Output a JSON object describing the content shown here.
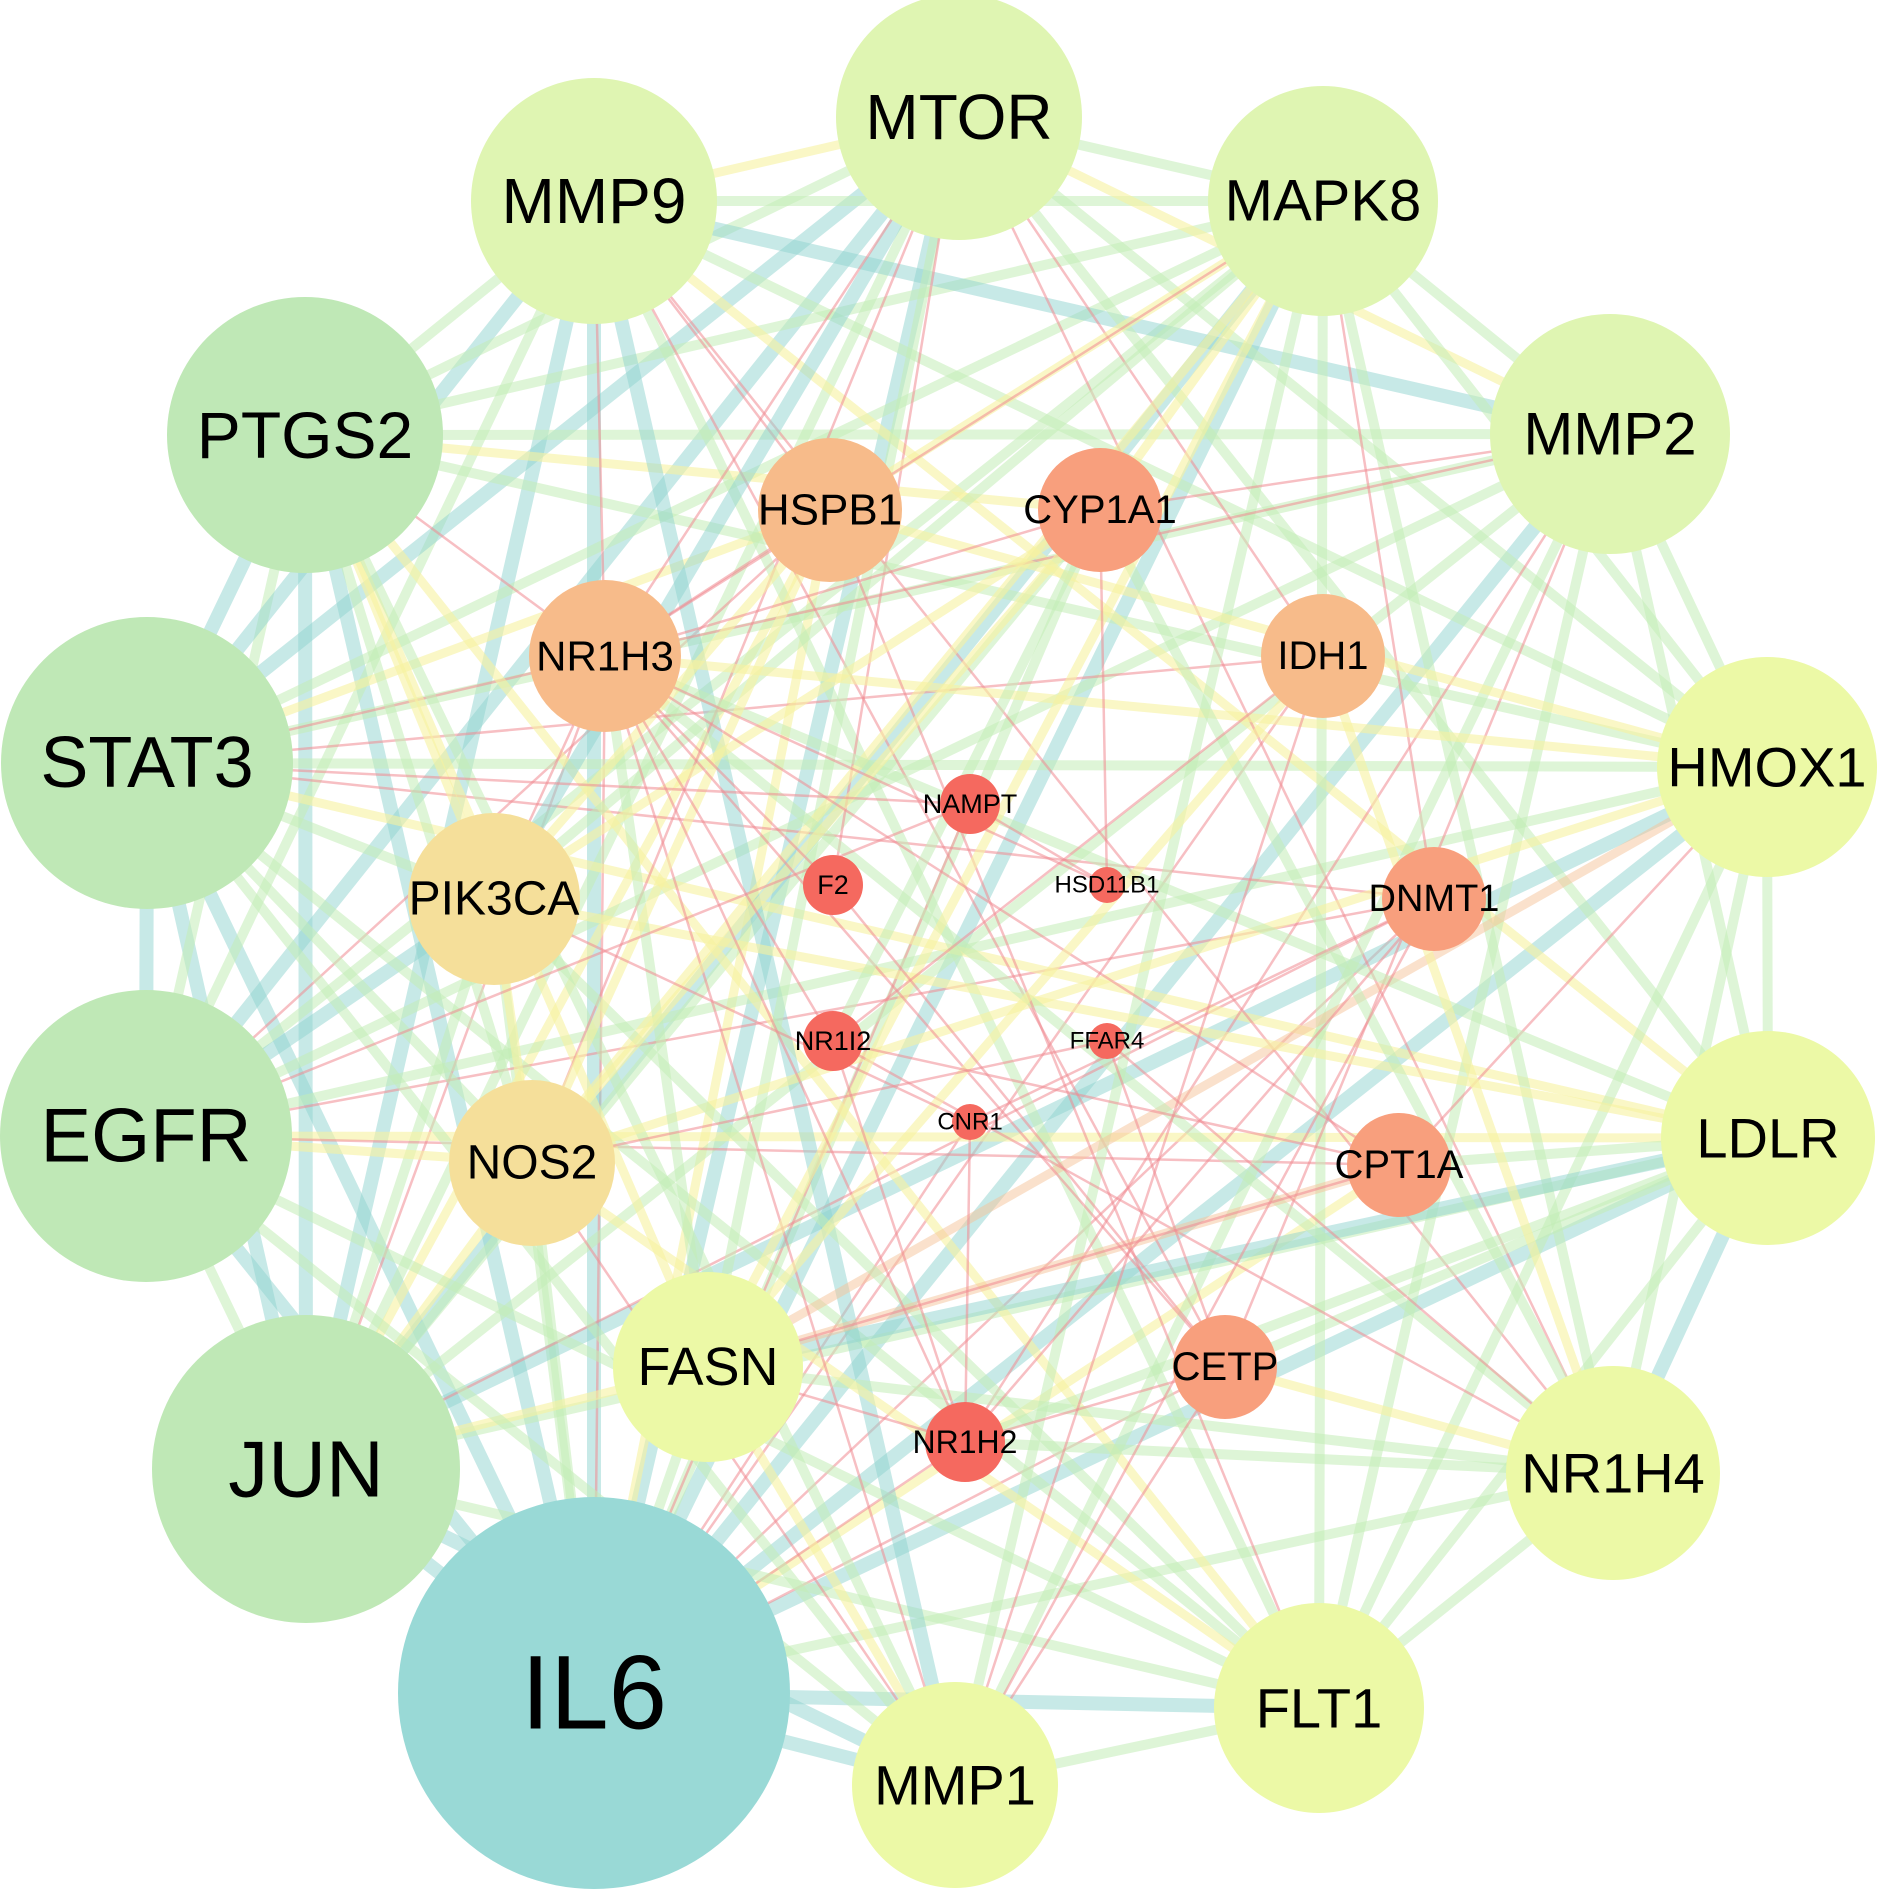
{
  "palette": {
    "hub": "#99d9d6",
    "high": "#bfe8b6",
    "mid_high": "#dff5b2",
    "mid": "#ecf9a6",
    "mid_low": "#f5df9a",
    "low": "#f7bb8a",
    "lower": "#f89f7d",
    "lowest": "#f5695f",
    "edge_strong": "#8fd3cf",
    "edge_mid": "#c2ecb6",
    "edge_weak": "#f6f2a0",
    "edge_faint": "#f5c39a",
    "edge_thin": "#f08a92"
  },
  "nodes": [
    {
      "id": "IL6",
      "label": "IL6",
      "tier": "hub"
    },
    {
      "id": "JUN",
      "label": "JUN",
      "tier": "high"
    },
    {
      "id": "EGFR",
      "label": "EGFR",
      "tier": "high"
    },
    {
      "id": "STAT3",
      "label": "STAT3",
      "tier": "high"
    },
    {
      "id": "PTGS2",
      "label": "PTGS2",
      "tier": "high"
    },
    {
      "id": "MMP9",
      "label": "MMP9",
      "tier": "mid_high"
    },
    {
      "id": "MTOR",
      "label": "MTOR",
      "tier": "mid_high"
    },
    {
      "id": "MAPK8",
      "label": "MAPK8",
      "tier": "mid_high"
    },
    {
      "id": "MMP2",
      "label": "MMP2",
      "tier": "mid_high"
    },
    {
      "id": "HMOX1",
      "label": "HMOX1",
      "tier": "mid"
    },
    {
      "id": "LDLR",
      "label": "LDLR",
      "tier": "mid"
    },
    {
      "id": "NR1H4",
      "label": "NR1H4",
      "tier": "mid"
    },
    {
      "id": "FLT1",
      "label": "FLT1",
      "tier": "mid"
    },
    {
      "id": "MMP1",
      "label": "MMP1",
      "tier": "mid"
    },
    {
      "id": "FASN",
      "label": "FASN",
      "tier": "mid"
    },
    {
      "id": "NOS2",
      "label": "NOS2",
      "tier": "mid_low"
    },
    {
      "id": "PIK3CA",
      "label": "PIK3CA",
      "tier": "mid_low"
    },
    {
      "id": "NR1H3",
      "label": "NR1H3",
      "tier": "low"
    },
    {
      "id": "HSPB1",
      "label": "HSPB1",
      "tier": "low"
    },
    {
      "id": "CYP1A1",
      "label": "CYP1A1",
      "tier": "lower"
    },
    {
      "id": "IDH1",
      "label": "IDH1",
      "tier": "low"
    },
    {
      "id": "DNMT1",
      "label": "DNMT1",
      "tier": "lower"
    },
    {
      "id": "CPT1A",
      "label": "CPT1A",
      "tier": "lower"
    },
    {
      "id": "CETP",
      "label": "CETP",
      "tier": "lower"
    },
    {
      "id": "NR1H2",
      "label": "NR1H2",
      "tier": "lowest"
    },
    {
      "id": "NAMPT",
      "label": "NAMPT",
      "tier": "lowest"
    },
    {
      "id": "F2",
      "label": "F2",
      "tier": "lowest"
    },
    {
      "id": "HSD11B1",
      "label": "HSD11B1",
      "tier": "lowest"
    },
    {
      "id": "NR1I2",
      "label": "NR1I2",
      "tier": "lowest"
    },
    {
      "id": "FFAR4",
      "label": "FFAR4",
      "tier": "lowest"
    },
    {
      "id": "CNR1",
      "label": "CNR1",
      "tier": "lowest"
    }
  ],
  "edges": [
    [
      "IL6",
      "JUN",
      "strong"
    ],
    [
      "IL6",
      "EGFR",
      "strong"
    ],
    [
      "IL6",
      "STAT3",
      "strong"
    ],
    [
      "IL6",
      "PTGS2",
      "strong"
    ],
    [
      "IL6",
      "MMP9",
      "strong"
    ],
    [
      "IL6",
      "MTOR",
      "strong"
    ],
    [
      "IL6",
      "MAPK8",
      "strong"
    ],
    [
      "IL6",
      "MMP2",
      "strong"
    ],
    [
      "IL6",
      "HMOX1",
      "strong"
    ],
    [
      "IL6",
      "LDLR",
      "strong"
    ],
    [
      "IL6",
      "NR1H4",
      "mid"
    ],
    [
      "IL6",
      "FLT1",
      "strong"
    ],
    [
      "IL6",
      "MMP1",
      "strong"
    ],
    [
      "IL6",
      "FASN",
      "mid"
    ],
    [
      "IL6",
      "NOS2",
      "mid"
    ],
    [
      "IL6",
      "PIK3CA",
      "mid"
    ],
    [
      "IL6",
      "NR1H3",
      "thin"
    ],
    [
      "IL6",
      "HSPB1",
      "weak"
    ],
    [
      "IL6",
      "CYP1A1",
      "mid"
    ],
    [
      "IL6",
      "IDH1",
      "thin"
    ],
    [
      "IL6",
      "DNMT1",
      "thin"
    ],
    [
      "IL6",
      "CPT1A",
      "weak"
    ],
    [
      "IL6",
      "CETP",
      "thin"
    ],
    [
      "IL6",
      "NR1H2",
      "thin"
    ],
    [
      "IL6",
      "CNR1",
      "thin"
    ],
    [
      "IL6",
      "NAMPT",
      "thin"
    ],
    [
      "JUN",
      "EGFR",
      "mid"
    ],
    [
      "JUN",
      "STAT3",
      "strong"
    ],
    [
      "JUN",
      "PTGS2",
      "strong"
    ],
    [
      "JUN",
      "MMP9",
      "strong"
    ],
    [
      "JUN",
      "MTOR",
      "mid"
    ],
    [
      "JUN",
      "MAPK8",
      "strong"
    ],
    [
      "JUN",
      "MMP2",
      "mid"
    ],
    [
      "JUN",
      "HMOX1",
      "strong"
    ],
    [
      "JUN",
      "LDLR",
      "mid"
    ],
    [
      "JUN",
      "FLT1",
      "mid"
    ],
    [
      "JUN",
      "MMP1",
      "strong"
    ],
    [
      "JUN",
      "NOS2",
      "weak"
    ],
    [
      "JUN",
      "PIK3CA",
      "mid"
    ],
    [
      "JUN",
      "NR1H3",
      "thin"
    ],
    [
      "JUN",
      "HSPB1",
      "weak"
    ],
    [
      "JUN",
      "CYP1A1",
      "mid"
    ],
    [
      "JUN",
      "DNMT1",
      "thin"
    ],
    [
      "JUN",
      "FASN",
      "weak"
    ],
    [
      "EGFR",
      "STAT3",
      "strong"
    ],
    [
      "EGFR",
      "PTGS2",
      "mid"
    ],
    [
      "EGFR",
      "MMP9",
      "mid"
    ],
    [
      "EGFR",
      "MTOR",
      "strong"
    ],
    [
      "EGFR",
      "MAPK8",
      "mid"
    ],
    [
      "EGFR",
      "MMP2",
      "mid"
    ],
    [
      "EGFR",
      "HMOX1",
      "mid"
    ],
    [
      "EGFR",
      "LDLR",
      "weak"
    ],
    [
      "EGFR",
      "FLT1",
      "mid"
    ],
    [
      "EGFR",
      "MMP1",
      "mid"
    ],
    [
      "EGFR",
      "PIK3CA",
      "strong"
    ],
    [
      "EGFR",
      "NOS2",
      "weak"
    ],
    [
      "EGFR",
      "HSPB1",
      "thin"
    ],
    [
      "EGFR",
      "DNMT1",
      "thin"
    ],
    [
      "EGFR",
      "CPT1A",
      "thin"
    ],
    [
      "STAT3",
      "PTGS2",
      "strong"
    ],
    [
      "STAT3",
      "MMP9",
      "strong"
    ],
    [
      "STAT3",
      "MTOR",
      "strong"
    ],
    [
      "STAT3",
      "MAPK8",
      "mid"
    ],
    [
      "STAT3",
      "MMP2",
      "mid"
    ],
    [
      "STAT3",
      "HMOX1",
      "mid"
    ],
    [
      "STAT3",
      "LDLR",
      "weak"
    ],
    [
      "STAT3",
      "FLT1",
      "mid"
    ],
    [
      "STAT3",
      "MMP1",
      "mid"
    ],
    [
      "STAT3",
      "NOS2",
      "mid"
    ],
    [
      "STAT3",
      "PIK3CA",
      "mid"
    ],
    [
      "STAT3",
      "NR1H3",
      "thin"
    ],
    [
      "STAT3",
      "HSPB1",
      "weak"
    ],
    [
      "STAT3",
      "DNMT1",
      "thin"
    ],
    [
      "STAT3",
      "IDH1",
      "thin"
    ],
    [
      "PTGS2",
      "MMP9",
      "mid"
    ],
    [
      "PTGS2",
      "MTOR",
      "mid"
    ],
    [
      "PTGS2",
      "MAPK8",
      "mid"
    ],
    [
      "PTGS2",
      "MMP2",
      "mid"
    ],
    [
      "PTGS2",
      "HMOX1",
      "mid"
    ],
    [
      "PTGS2",
      "NOS2",
      "mid"
    ],
    [
      "PTGS2",
      "PIK3CA",
      "weak"
    ],
    [
      "PTGS2",
      "NR1H3",
      "thin"
    ],
    [
      "PTGS2",
      "CYP1A1",
      "weak"
    ],
    [
      "PTGS2",
      "FASN",
      "weak"
    ],
    [
      "PTGS2",
      "MMP1",
      "mid"
    ],
    [
      "PTGS2",
      "FLT1",
      "weak"
    ],
    [
      "MMP9",
      "MTOR",
      "weak"
    ],
    [
      "MMP9",
      "MAPK8",
      "mid"
    ],
    [
      "MMP9",
      "MMP2",
      "strong"
    ],
    [
      "MMP9",
      "HMOX1",
      "mid"
    ],
    [
      "MMP9",
      "LDLR",
      "weak"
    ],
    [
      "MMP9",
      "MMP1",
      "strong"
    ],
    [
      "MMP9",
      "FLT1",
      "mid"
    ],
    [
      "MMP9",
      "NR1H3",
      "thin"
    ],
    [
      "MMP9",
      "HSPB1",
      "thin"
    ],
    [
      "MMP9",
      "NR1H4",
      "thin"
    ],
    [
      "MMP9",
      "CETP",
      "thin"
    ],
    [
      "MTOR",
      "MAPK8",
      "mid"
    ],
    [
      "MTOR",
      "MMP2",
      "weak"
    ],
    [
      "MTOR",
      "HMOX1",
      "mid"
    ],
    [
      "MTOR",
      "LDLR",
      "mid"
    ],
    [
      "MTOR",
      "PIK3CA",
      "strong"
    ],
    [
      "MTOR",
      "FASN",
      "mid"
    ],
    [
      "MTOR",
      "NR1H3",
      "thin"
    ],
    [
      "MTOR",
      "NOS2",
      "thin"
    ],
    [
      "MTOR",
      "NR1H4",
      "thin"
    ],
    [
      "MTOR",
      "IDH1",
      "thin"
    ],
    [
      "MTOR",
      "F2",
      "thin"
    ],
    [
      "MAPK8",
      "MMP2",
      "mid"
    ],
    [
      "MAPK8",
      "HMOX1",
      "mid"
    ],
    [
      "MAPK8",
      "NR1H4",
      "mid"
    ],
    [
      "MAPK8",
      "FLT1",
      "mid"
    ],
    [
      "MAPK8",
      "MMP1",
      "mid"
    ],
    [
      "MAPK8",
      "PIK3CA",
      "mid"
    ],
    [
      "MAPK8",
      "NOS2",
      "weak"
    ],
    [
      "MAPK8",
      "HSPB1",
      "weak"
    ],
    [
      "MAPK8",
      "CYP1A1",
      "weak"
    ],
    [
      "MAPK8",
      "DNMT1",
      "thin"
    ],
    [
      "MAPK8",
      "NR1H3",
      "thin"
    ],
    [
      "MMP2",
      "HMOX1",
      "mid"
    ],
    [
      "MMP2",
      "LDLR",
      "mid"
    ],
    [
      "MMP2",
      "FLT1",
      "mid"
    ],
    [
      "MMP2",
      "MMP1",
      "mid"
    ],
    [
      "MMP2",
      "NR1H3",
      "thin"
    ],
    [
      "MMP2",
      "CETP",
      "thin"
    ],
    [
      "MMP2",
      "NR1H2",
      "thin"
    ],
    [
      "HMOX1",
      "LDLR",
      "mid"
    ],
    [
      "HMOX1",
      "NR1H4",
      "mid"
    ],
    [
      "HMOX1",
      "FLT1",
      "mid"
    ],
    [
      "HMOX1",
      "NOS2",
      "weak"
    ],
    [
      "HMOX1",
      "NR1H3",
      "weak"
    ],
    [
      "HMOX1",
      "HSPB1",
      "weak"
    ],
    [
      "HMOX1",
      "FASN",
      "faint"
    ],
    [
      "HMOX1",
      "CPT1A",
      "thin"
    ],
    [
      "LDLR",
      "NR1H4",
      "strong"
    ],
    [
      "LDLR",
      "FLT1",
      "mid"
    ],
    [
      "LDLR",
      "FASN",
      "strong"
    ],
    [
      "LDLR",
      "CETP",
      "mid"
    ],
    [
      "LDLR",
      "NR1H3",
      "mid"
    ],
    [
      "LDLR",
      "NR1H2",
      "mid"
    ],
    [
      "LDLR",
      "PIK3CA",
      "weak"
    ],
    [
      "LDLR",
      "CPT1A",
      "mid"
    ],
    [
      "NR1H4",
      "FLT1",
      "mid"
    ],
    [
      "NR1H4",
      "NR1H3",
      "mid"
    ],
    [
      "NR1H4",
      "FASN",
      "mid"
    ],
    [
      "NR1H4",
      "CYP1A1",
      "mid"
    ],
    [
      "NR1H4",
      "NR1H2",
      "mid"
    ],
    [
      "NR1H4",
      "CETP",
      "weak"
    ],
    [
      "NR1H4",
      "NR1I2",
      "thin"
    ],
    [
      "NR1H4",
      "IDH1",
      "weak"
    ],
    [
      "FLT1",
      "MMP1",
      "mid"
    ],
    [
      "FLT1",
      "NOS2",
      "weak"
    ],
    [
      "FLT1",
      "PIK3CA",
      "mid"
    ],
    [
      "FLT1",
      "HSPB1",
      "thin"
    ],
    [
      "MMP1",
      "NOS2",
      "thin"
    ],
    [
      "MMP1",
      "FASN",
      "weak"
    ],
    [
      "MMP1",
      "NR1H3",
      "thin"
    ],
    [
      "MMP1",
      "IDH1",
      "thin"
    ],
    [
      "FASN",
      "CPT1A",
      "faint"
    ],
    [
      "FASN",
      "NR1H3",
      "mid"
    ],
    [
      "FASN",
      "NR1H2",
      "thin"
    ],
    [
      "FASN",
      "MAPK8",
      "weak"
    ],
    [
      "NOS2",
      "PIK3CA",
      "weak"
    ],
    [
      "NOS2",
      "HSPB1",
      "weak"
    ],
    [
      "NOS2",
      "CYP1A1",
      "weak"
    ],
    [
      "PIK3CA",
      "NR1H3",
      "thin"
    ],
    [
      "PIK3CA",
      "CYP1A1",
      "weak"
    ],
    [
      "PIK3CA",
      "HSPB1",
      "weak"
    ],
    [
      "NR1H3",
      "CYP1A1",
      "thin"
    ],
    [
      "NR1H3",
      "NR1H2",
      "thin"
    ],
    [
      "NR1H3",
      "CETP",
      "thin"
    ],
    [
      "NR1H3",
      "CPT1A",
      "thin"
    ],
    [
      "NR1H3",
      "HSPB1",
      "thin"
    ],
    [
      "CYP1A1",
      "HSD11B1",
      "thin"
    ],
    [
      "CYP1A1",
      "NR1I2",
      "mid"
    ],
    [
      "CYP1A1",
      "MMP2",
      "thin"
    ],
    [
      "IDH1",
      "NR1I2",
      "thin"
    ],
    [
      "IDH1",
      "FASN",
      "weak"
    ],
    [
      "DNMT1",
      "CNR1",
      "thin"
    ],
    [
      "DNMT1",
      "MMP1",
      "thin"
    ],
    [
      "DNMT1",
      "NR1H2",
      "thin"
    ],
    [
      "CPT1A",
      "FASN",
      "thin"
    ],
    [
      "CPT1A",
      "NR1I2",
      "thin"
    ],
    [
      "CETP",
      "NR1H2",
      "thin"
    ],
    [
      "CETP",
      "FFAR4",
      "thin"
    ],
    [
      "CETP",
      "MMP1",
      "thin"
    ],
    [
      "NAMPT",
      "STAT3",
      "thin"
    ],
    [
      "NAMPT",
      "EGFR",
      "thin"
    ],
    [
      "NAMPT",
      "HSD11B1",
      "thin"
    ],
    [
      "F2",
      "NR1H3",
      "thin"
    ],
    [
      "F2",
      "CETP",
      "thin"
    ],
    [
      "HSD11B1",
      "NR1H3",
      "thin"
    ],
    [
      "NR1I2",
      "NR1H3",
      "thin"
    ],
    [
      "NR1I2",
      "NR1H2",
      "thin"
    ],
    [
      "FFAR4",
      "NOS2",
      "thin"
    ],
    [
      "FFAR4",
      "NR1H4",
      "thin"
    ],
    [
      "CNR1",
      "PIK3CA",
      "thin"
    ],
    [
      "CNR1",
      "NR1H2",
      "thin"
    ]
  ]
}
